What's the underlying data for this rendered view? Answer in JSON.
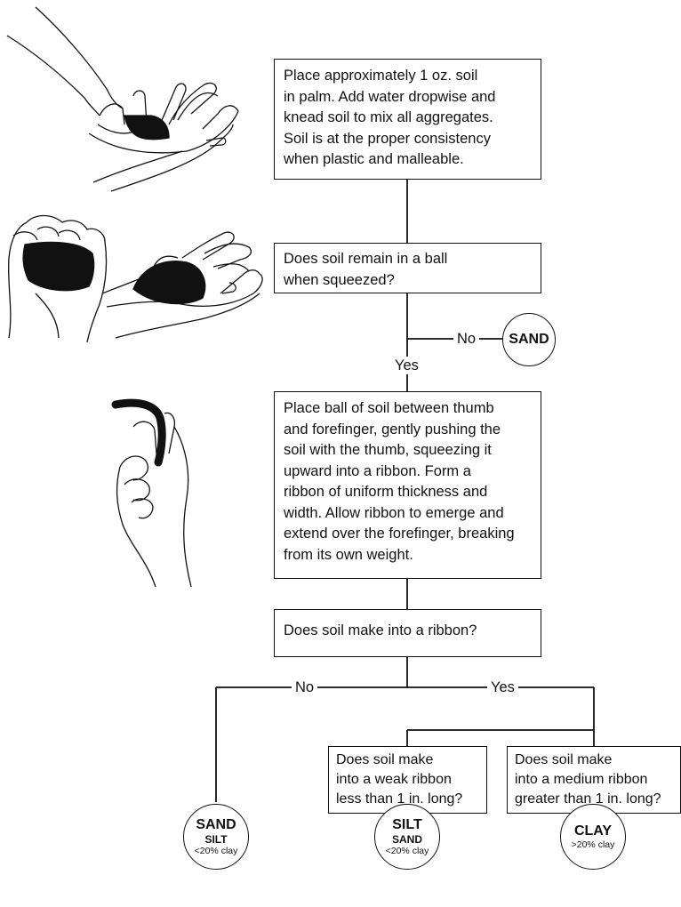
{
  "step_place_soil": "Place approximately 1 oz. soil\nin palm. Add water dropwise and\nknead soil to mix all aggregates.\nSoil is at the proper consistency\nwhen plastic and malleable.",
  "question_ball": "Does soil remain in a ball\nwhen squeezed?",
  "branch_ball_no": "No",
  "branch_ball_yes": "Yes",
  "result_sand": "SAND",
  "step_ribbon": "Place ball of soil between thumb\nand forefinger, gently pushing the\nsoil with the thumb, squeezing it\nupward into a ribbon. Form a\nribbon of uniform thickness and\nwidth. Allow ribbon to emerge and\nextend over the forefinger, breaking\nfrom its own weight.",
  "question_ribbon": "Does soil make into a ribbon?",
  "branch_ribbon_no": "No",
  "branch_ribbon_yes": "Yes",
  "question_weak_ribbon": "Does soil make\ninto a weak ribbon\nless than 1 in. long?",
  "question_medium_ribbon": "Does soil make\ninto a medium ribbon\ngreater than 1 in. long?",
  "result_sand_silt": {
    "main": "SAND",
    "sub": "SILT",
    "note": "<20% clay"
  },
  "result_silt_sand": {
    "main": "SILT",
    "sub": "SAND",
    "note": "<20% clay"
  },
  "result_clay": {
    "main": "CLAY",
    "note": ">20% clay"
  },
  "illustrations": [
    "hand-kneading-soil-illustration",
    "hand-squeezing-ball-illustration",
    "open-palm-ball-illustration",
    "thumb-forefinger-ribbon-illustration"
  ]
}
